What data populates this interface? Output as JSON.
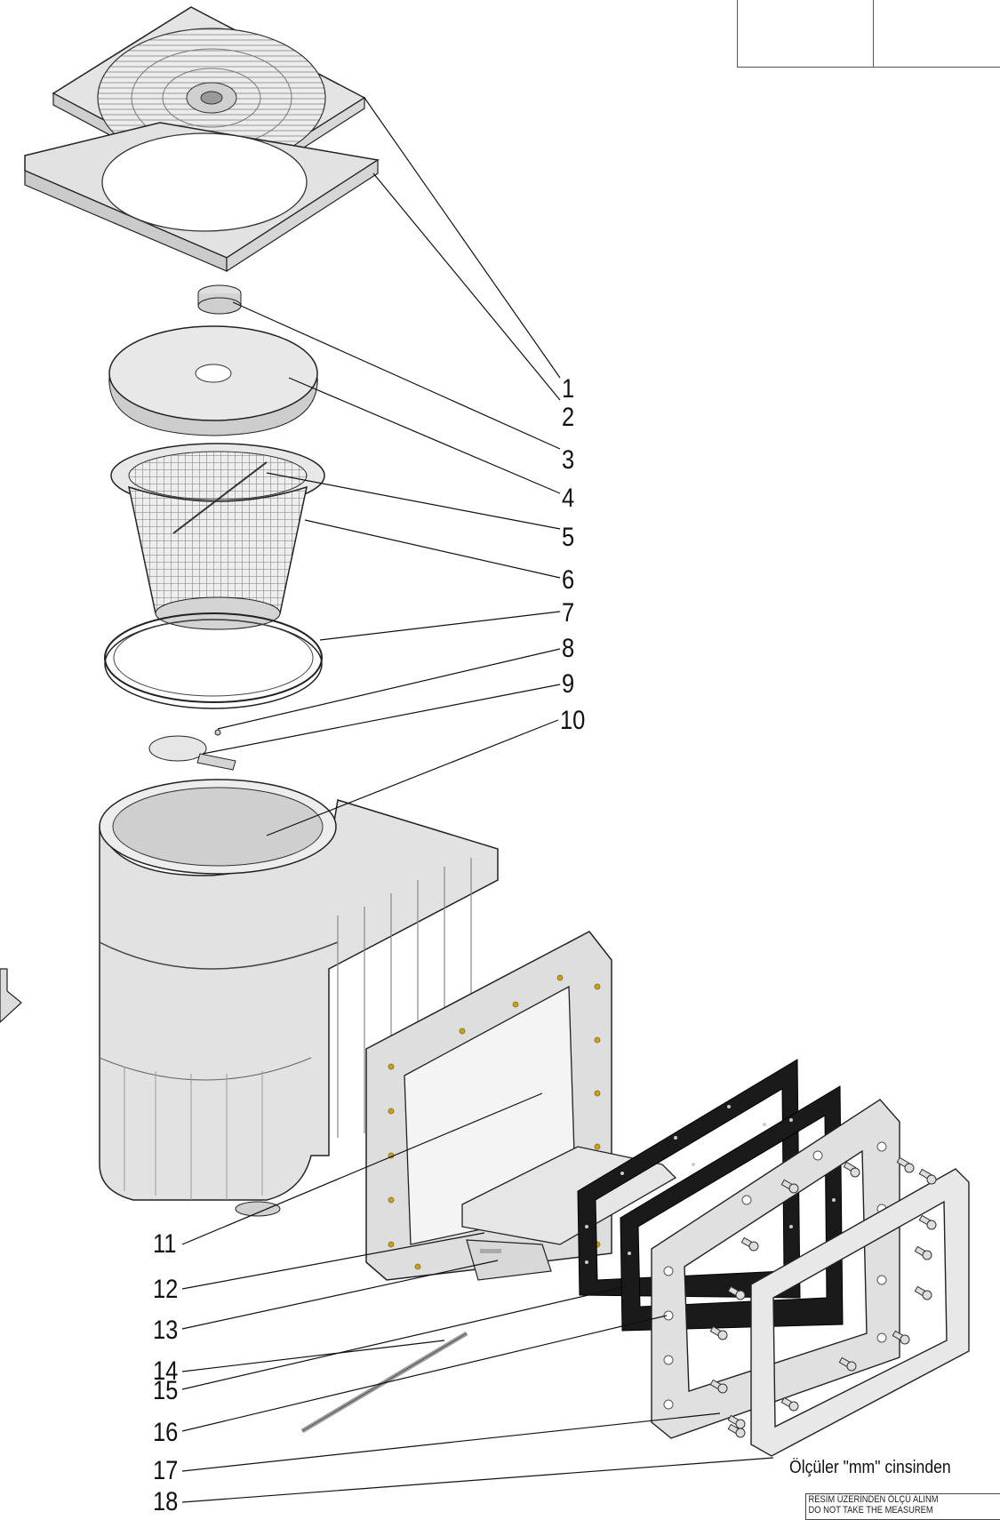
{
  "callouts": [
    {
      "number": "1"
    },
    {
      "number": "2"
    },
    {
      "number": "3"
    },
    {
      "number": "4"
    },
    {
      "number": "5"
    },
    {
      "number": "6"
    },
    {
      "number": "7"
    },
    {
      "number": "8"
    },
    {
      "number": "9"
    },
    {
      "number": "10"
    },
    {
      "number": "11"
    },
    {
      "number": "12"
    },
    {
      "number": "13"
    },
    {
      "number": "14"
    },
    {
      "number": "15"
    },
    {
      "number": "16"
    },
    {
      "number": "17"
    },
    {
      "number": "18"
    }
  ],
  "units_note": "Ölçüler  \"mm\" cinsinden",
  "warning": {
    "line1": "RESİM ÜZERİNDEN ÖLÇÜ ALINM",
    "line2": "DO NOT TAKE THE MEASUREM"
  },
  "colors": {
    "line": "#111111",
    "part_fill": "#e6e6e6",
    "part_shade": "#c8c8c8",
    "gasket": "#1a1a1a",
    "screw": "#c8a020"
  }
}
